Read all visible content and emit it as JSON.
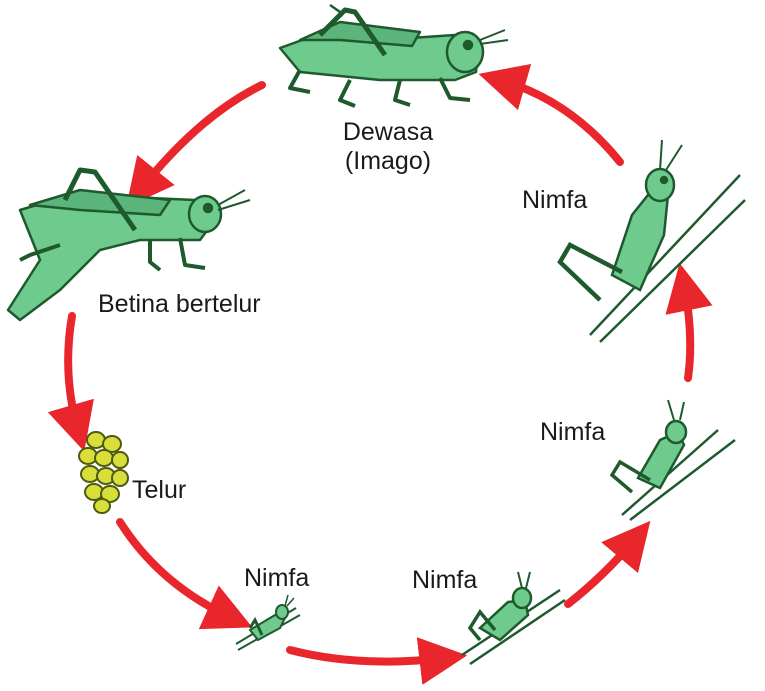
{
  "diagram": {
    "stages": [
      {
        "id": "adult",
        "label_line1": "Dewasa",
        "label_line2": "(Imago)"
      },
      {
        "id": "female",
        "label": "Betina bertelur"
      },
      {
        "id": "egg",
        "label": "Telur"
      },
      {
        "id": "nymph1",
        "label": "Nimfa"
      },
      {
        "id": "nymph2",
        "label": "Nimfa"
      },
      {
        "id": "nymph3",
        "label": "Nimfa"
      },
      {
        "id": "nymph4",
        "label": "Nimfa"
      }
    ],
    "colors": {
      "arrow": "#e8262b",
      "insect_fill": "#6fca8e",
      "insect_stroke": "#1f5a2e",
      "egg_fill": "#d8df3a",
      "egg_stroke": "#4d5a10",
      "background": "#ffffff"
    },
    "icons": [
      "grasshopper-icon",
      "egg-cluster-icon",
      "arrow-icon"
    ]
  }
}
